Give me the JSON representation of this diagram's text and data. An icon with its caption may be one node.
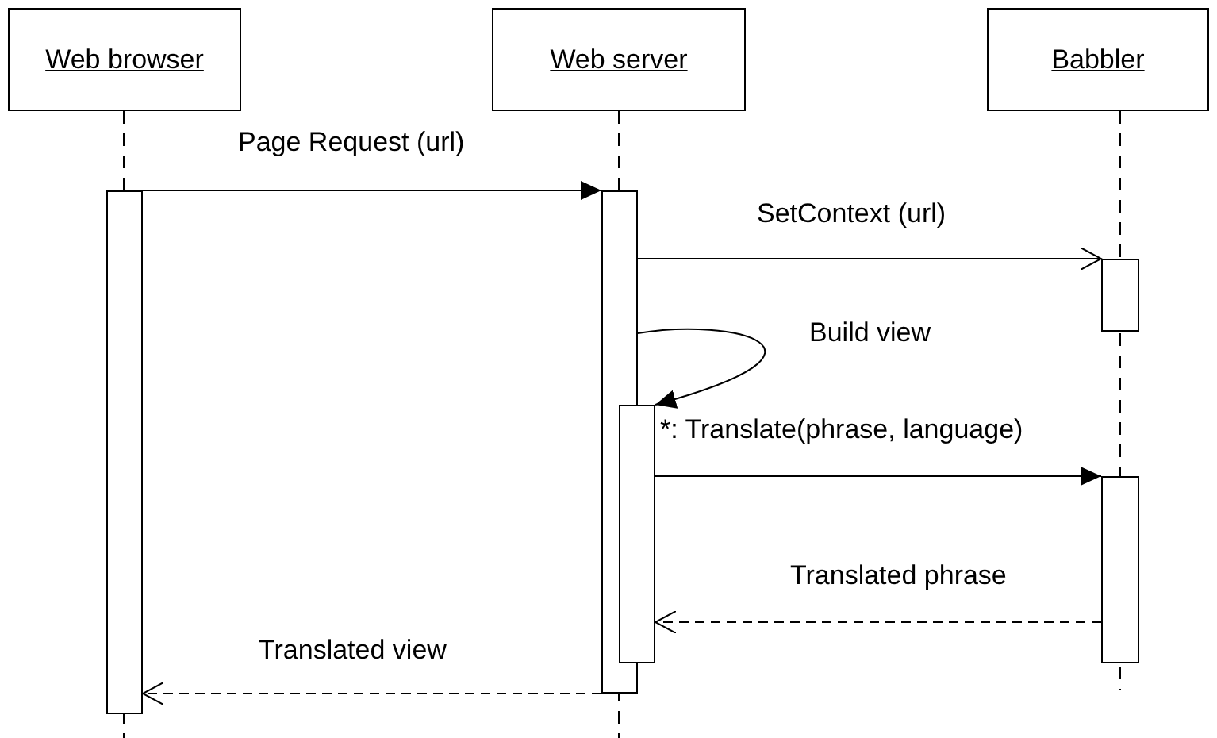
{
  "diagram": {
    "nodes": [
      {
        "text": [
          "Web browser"
        ]
      },
      {
        "text": [
          "Web server"
        ]
      },
      {
        "text": [
          "Babbler"
        ]
      },
      {
        "text": [],
        "shape": "bar"
      },
      {
        "text": [],
        "shape": "bar"
      },
      {
        "text": [],
        "shape": "bar"
      },
      {
        "text": [],
        "shape": "bar"
      },
      {
        "text": [],
        "shape": "bar"
      }
    ],
    "edges": [
      {
        "from": 3,
        "to": 4,
        "arrow": "to",
        "label": "Page Request (url)"
      },
      {
        "from": 4,
        "to": 5,
        "arrow": "to",
        "label": "SetContext (url)"
      },
      {
        "from": 4,
        "to": 6,
        "arrow": "to",
        "label": "Build view"
      },
      {
        "from": 6,
        "to": 7,
        "arrow": "to",
        "label": "*: Translate(phrase, language)"
      },
      {
        "from": 7,
        "to": 6,
        "arrow": "to",
        "label": "Translated phrase",
        "style": "dashed"
      },
      {
        "from": 4,
        "to": 3,
        "arrow": "to",
        "label": "Translated view",
        "style": "dashed"
      }
    ]
  }
}
